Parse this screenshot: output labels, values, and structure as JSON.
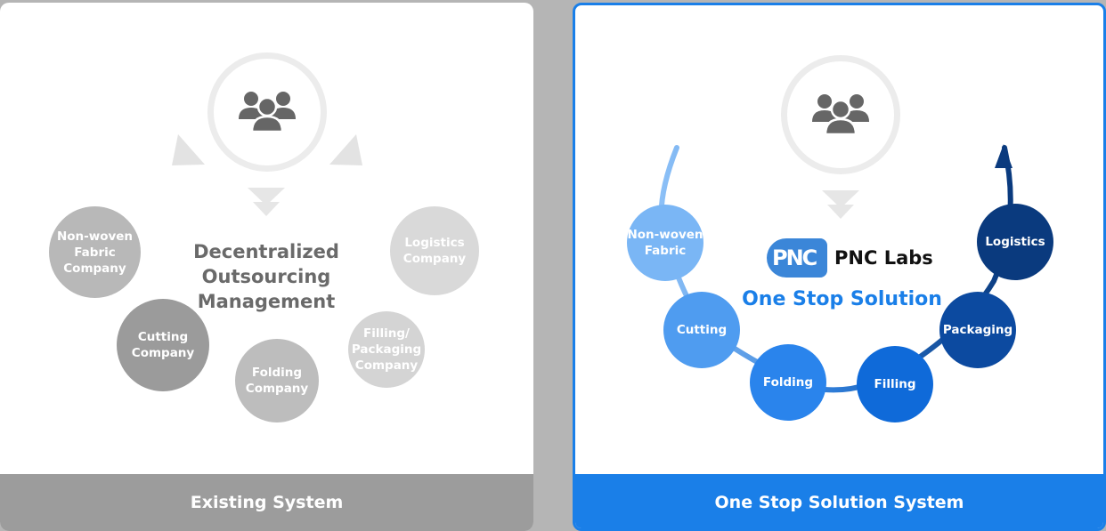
{
  "existing": {
    "center_text": "Decentralized\nOutsourcing\nManagement",
    "companies": [
      {
        "label": "Non-woven\nFabric\nCompany"
      },
      {
        "label": "Cutting\nCompany"
      },
      {
        "label": "Folding\nCompany"
      },
      {
        "label": "Filling/\nPackaging\nCompany"
      },
      {
        "label": "Logistics\nCompany"
      }
    ],
    "footer": "Existing System"
  },
  "onestop": {
    "brand_logo": "PNC",
    "brand_name": "PNC Labs",
    "tagline": "One Stop Solution",
    "steps": [
      {
        "label": "Non-woven\nFabric"
      },
      {
        "label": "Cutting"
      },
      {
        "label": "Folding"
      },
      {
        "label": "Filling"
      },
      {
        "label": "Packaging"
      },
      {
        "label": "Logistics"
      }
    ],
    "footer": "One Stop Solution System"
  },
  "colors": {
    "gray_dark": "#9e9e9e",
    "gray_mid": "#bdbdbd",
    "gray_light": "#d6d6d6",
    "blue_footer": "#1a7fe8",
    "blue_light": "#7ab6f5",
    "blue_mid": "#4f9cf0",
    "blue": "#1f78e6",
    "blue_dark": "#0b58c4",
    "navy": "#0c4aa0",
    "navy_dark": "#0a3a7e"
  },
  "icons": {
    "hub": "people-group-icon"
  }
}
